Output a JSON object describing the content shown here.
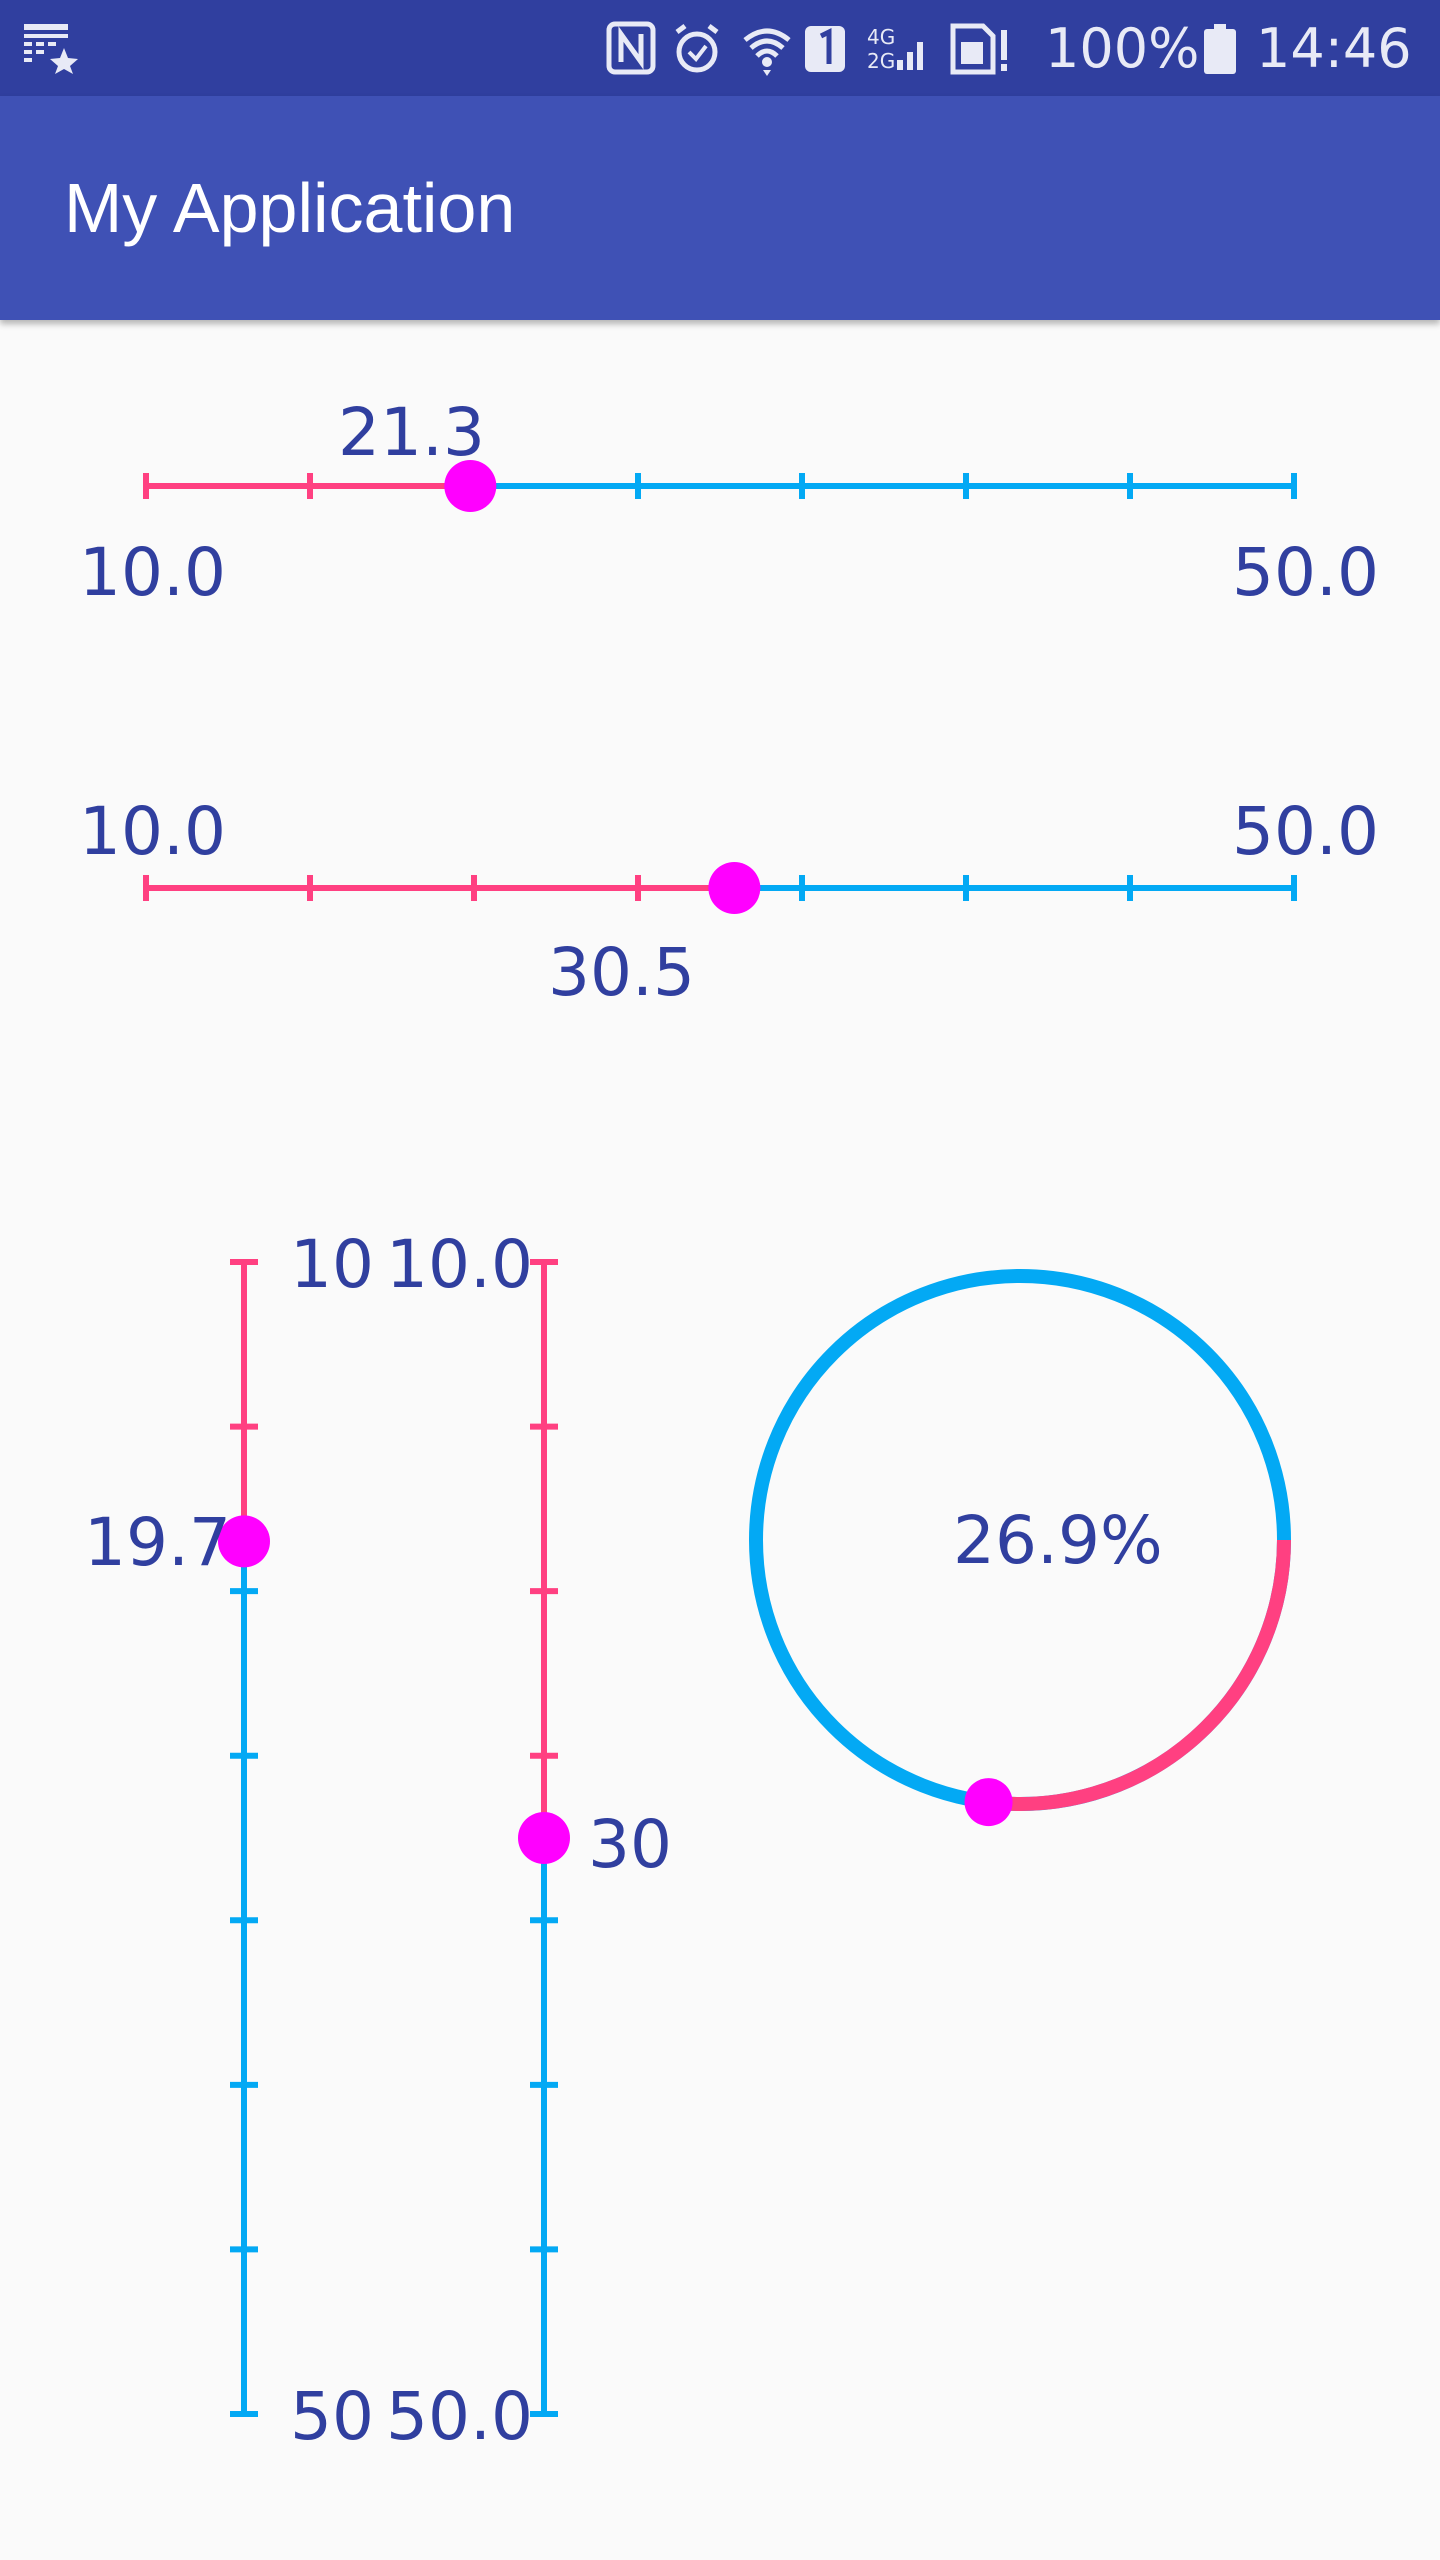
{
  "status_bar": {
    "icons": [
      "calendar-star-icon",
      "nfc-icon",
      "alarm-icon",
      "wifi-icon",
      "sim-1-icon",
      "signal-4g-2g-icon",
      "sim-card-icon"
    ],
    "battery_percent": "100%",
    "time": "14:46"
  },
  "app_bar": {
    "title": "My Application"
  },
  "colors": {
    "progress": "#ff4081",
    "track": "#03a9f4",
    "thumb": "#ff00ff",
    "text": "#303f9f",
    "app_bar": "#3f51b5",
    "status_bar": "#303f9f"
  },
  "sliders": {
    "h1": {
      "min": 10.0,
      "max": 50.0,
      "value": 21.3,
      "ticks": 8,
      "min_label": "10.0",
      "max_label": "50.0",
      "value_label": "21.3"
    },
    "h2": {
      "min": 10.0,
      "max": 50.0,
      "value": 30.5,
      "ticks": 8,
      "min_label": "10.0",
      "max_label": "50.0",
      "value_label": "30.5"
    },
    "v1": {
      "min": 10,
      "max": 50,
      "value": 19.7,
      "ticks": 8,
      "min_label": "10",
      "max_label": "50",
      "value_label": "19.7"
    },
    "v2": {
      "min": 10.0,
      "max": 50.0,
      "value": 30,
      "ticks": 8,
      "min_label": "10.0",
      "max_label": "50.0",
      "value_label": "30"
    },
    "circular": {
      "percent": 26.9,
      "value_label": "26.9%"
    }
  }
}
